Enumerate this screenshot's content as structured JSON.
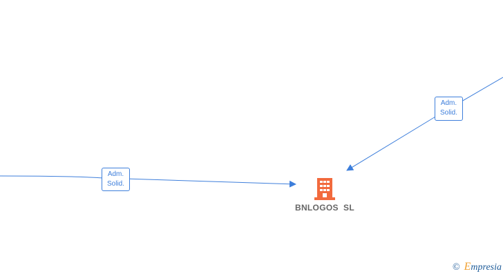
{
  "company": {
    "name": "BNLOGOS  SL",
    "icon": "building-icon",
    "icon_color": "#f26a3d"
  },
  "edges": [
    {
      "id": "left",
      "label_line1": "Adm.",
      "label_line2": "Solid."
    },
    {
      "id": "top-right",
      "label_line1": "Adm.",
      "label_line2": "Solid."
    }
  ],
  "colors": {
    "edge": "#3d7edb",
    "node_text": "#666666"
  },
  "watermark": {
    "copyright_symbol": "©",
    "brand_initial": "E",
    "brand_rest": "mpresia"
  }
}
